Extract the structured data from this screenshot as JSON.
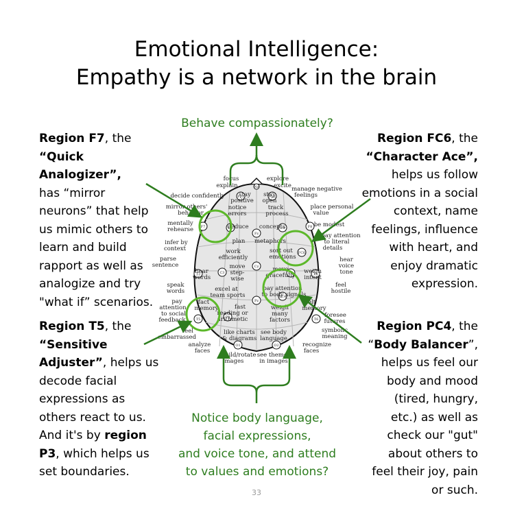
{
  "title": {
    "line1": "Emotional Intelligence:",
    "line2": "Empathy is a network in the brain"
  },
  "top_green": "Behave compassionately?",
  "bottom_green": {
    "line1": "Notice body language,",
    "line2": "facial expressions,",
    "line3": "and voice tone, and attend",
    "line4": "to values and emotions?"
  },
  "left_top": {
    "l1a": "Region F7",
    "l1b": ", the",
    "l2": "“Quick Analogizer”,",
    "l3": "has “mirror",
    "l4": "neurons” that help",
    "l5": "us mimic others to",
    "l6": "learn and build",
    "l7": "rapport as well as",
    "l8": "analogize and try",
    "l9": "\"what if” scenarios."
  },
  "left_bottom": {
    "l1a": "Region T5",
    "l1b": ", the",
    "l2": "“Sensitive",
    "l3a": "Adjuster”",
    "l3b": ", helps us",
    "l4": "decode facial",
    "l5": "expressions as",
    "l6": "others react to us.",
    "l7a": "And it's by ",
    "l7b": "region",
    "l8a": "P3",
    "l8b": ", which helps us",
    "l9": "set boundaries."
  },
  "right_top": {
    "l1a": "Region FC6",
    "l1b": ", the",
    "l2": "“Character Ace”,",
    "l3": "helps us follow",
    "l4": "emotions in a social",
    "l5": "context, name",
    "l6": "feelings, influence",
    "l7": "with heart, and",
    "l8": "enjoy dramatic",
    "l9": "expression."
  },
  "right_bottom": {
    "l1a": "Region PC4",
    "l1b": ", the",
    "l2a": "“",
    "l2b": "Body Balancer",
    "l2c": "”,",
    "l3": "helps us feel our",
    "l4": "body and mood",
    "l5": "(tired, hungry,",
    "l6": "etc.) as well as",
    "l7": "check our \"gut\"",
    "l8": "about others to",
    "l9": "feel their joy, pain",
    "l10": "or such."
  },
  "brain_labels": {
    "focus": "focus",
    "explain": "explain",
    "explore": "explore",
    "excite": "excite",
    "decide_confidently": "decide confidently",
    "stay_positive_1": "stay",
    "stay_positive_2": "positive",
    "stay_open_1": "stay",
    "stay_open_2": "open",
    "manage_neg_1": "manage negative",
    "manage_neg_2": "feelings",
    "mirror_1": "mirror others'",
    "mirror_2": "behavior",
    "notice_errors_1": "notice",
    "notice_errors_2": "errors",
    "track_1": "track",
    "track_2": "process",
    "place_1": "place personal",
    "place_2": "value",
    "mentally_1": "mentally",
    "mentally_2": "rehearse",
    "deduce": "deduce",
    "concepts": "concepts",
    "be_modest": "be modest",
    "plan": "plan",
    "metaphors": "metaphors",
    "pay_literal_1": "pay attention",
    "pay_literal_2": "to literal",
    "pay_literal_3": "details",
    "infer_1": "infer by",
    "infer_2": "context",
    "sort_1": "sort out",
    "sort_2": "emotions",
    "work_1": "work",
    "work_2": "efficiently",
    "parse_1": "parse",
    "parse_2": "sentence",
    "hear_voice_1": "hear",
    "hear_voice_2": "voice",
    "hear_voice_3": "tone",
    "move_step_1": "move",
    "move_step_2": "step-",
    "move_step_3": "wise",
    "move_gracefully_1": "move",
    "move_gracefully_2": "gracefully",
    "hear_words_1": "hear",
    "hear_words_2": "words",
    "weigh_1": "weigh",
    "weigh_2": "intent",
    "speak_1": "speak",
    "speak_2": "words",
    "excel_1": "excel at",
    "excel_2": "team sports",
    "pay_body_1": "pay attention",
    "pay_body_2": "to body signals",
    "feel_1": "feel",
    "feel_2": "hostile",
    "pay_social_1": "pay",
    "pay_social_2": "attention",
    "pay_social_3": "to social",
    "pay_social_4": "feedback",
    "fact_1": "fact",
    "fact_2": "memory",
    "fast_1": "fast",
    "fast_2": "reading or",
    "fast_3": "arithmetic",
    "felt_1": "felt",
    "felt_2": "memory",
    "weigh_many_1": "weigh",
    "weigh_many_2": "many",
    "weigh_many_3": "factors",
    "foresee_1": "foresee",
    "foresee_2": "futures",
    "feel_emb_1": "feel",
    "feel_emb_2": "embarrassed",
    "like_charts_1": "like charts",
    "like_charts_2": "& diagrams",
    "see_body_1": "see body",
    "see_body_2": "language",
    "symbolic_1": "symbolic",
    "symbolic_2": "meaning",
    "analyze_1": "analyze",
    "analyze_2": "faces",
    "build_1": "build/rotate",
    "build_2": "images",
    "see_themes_1": "see themes",
    "see_themes_2": "in images",
    "recognize_1": "recognize",
    "recognize_2": "faces"
  },
  "node_labels": {
    "nz": "Nz",
    "fp1": "Fp1",
    "fp2": "Fp2",
    "f7": "F7",
    "f3": "F3",
    "fz": "Fz",
    "f4": "F4",
    "f8": "F8",
    "fc6": "FC6",
    "t3": "T3",
    "c3": "C3",
    "cz": "Cz",
    "c4": "C4",
    "t4": "T4",
    "t5": "T5",
    "p3": "P3",
    "pz": "Pz",
    "pc4": "PC4",
    "t6": "T6",
    "o1": "O1",
    "o2": "O2"
  },
  "page_number": "33",
  "colors": {
    "accent_green": "#2e7d1f",
    "circle_green": "#5cb82a",
    "brain_gray": "#dcdcdc"
  }
}
